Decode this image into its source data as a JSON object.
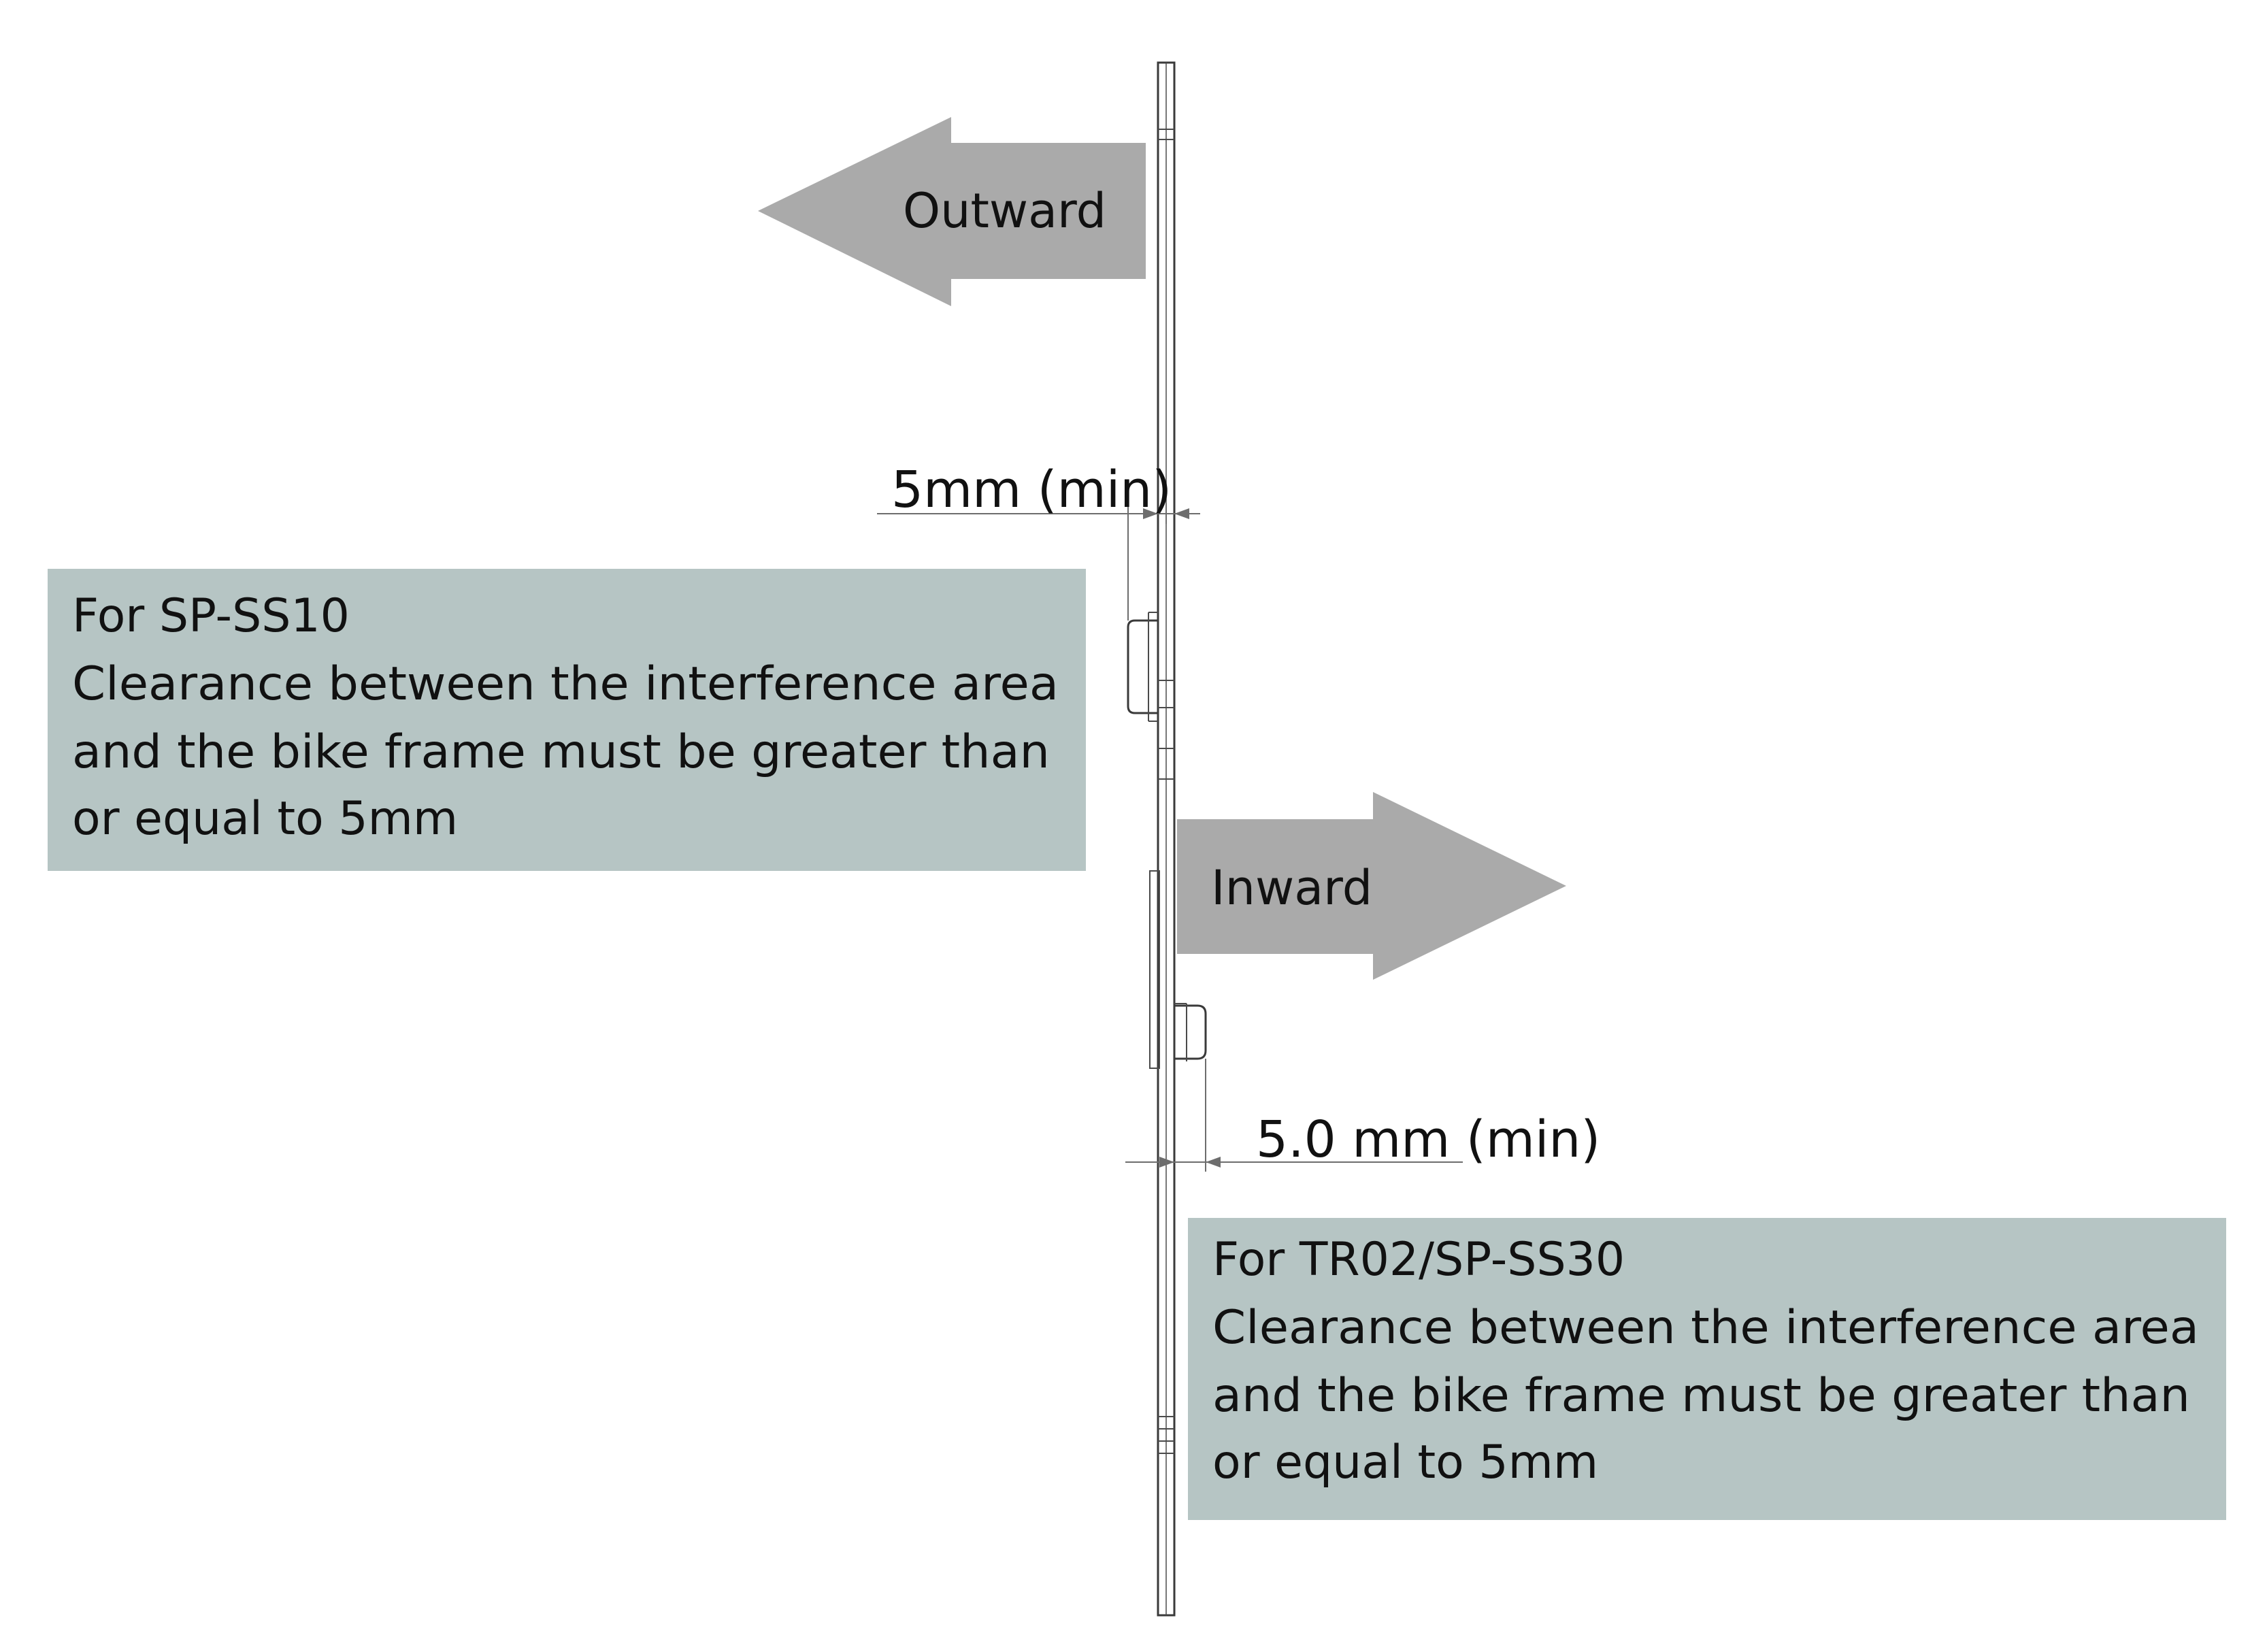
{
  "arrows": {
    "outward_label": "Outward",
    "inward_label": "Inward"
  },
  "dimensions": {
    "upper": "5mm (min)",
    "lower": "5.0 mm (min)"
  },
  "notes": {
    "left": {
      "title": "For SP-SS10",
      "lines": [
        "Clearance between the interference area",
        "and the bike frame must be greater than",
        "or equal to 5mm"
      ]
    },
    "right": {
      "title": "For TR02/SP-SS30",
      "lines": [
        "Clearance between the interference area",
        "and the bike frame must be greater than",
        "or equal to 5mm"
      ]
    }
  },
  "colors": {
    "arrow_fill": "#aaaaaa",
    "note_box_fill": "#b6c5c4",
    "line_color": "#3a3a3a",
    "text_color": "#111111"
  }
}
